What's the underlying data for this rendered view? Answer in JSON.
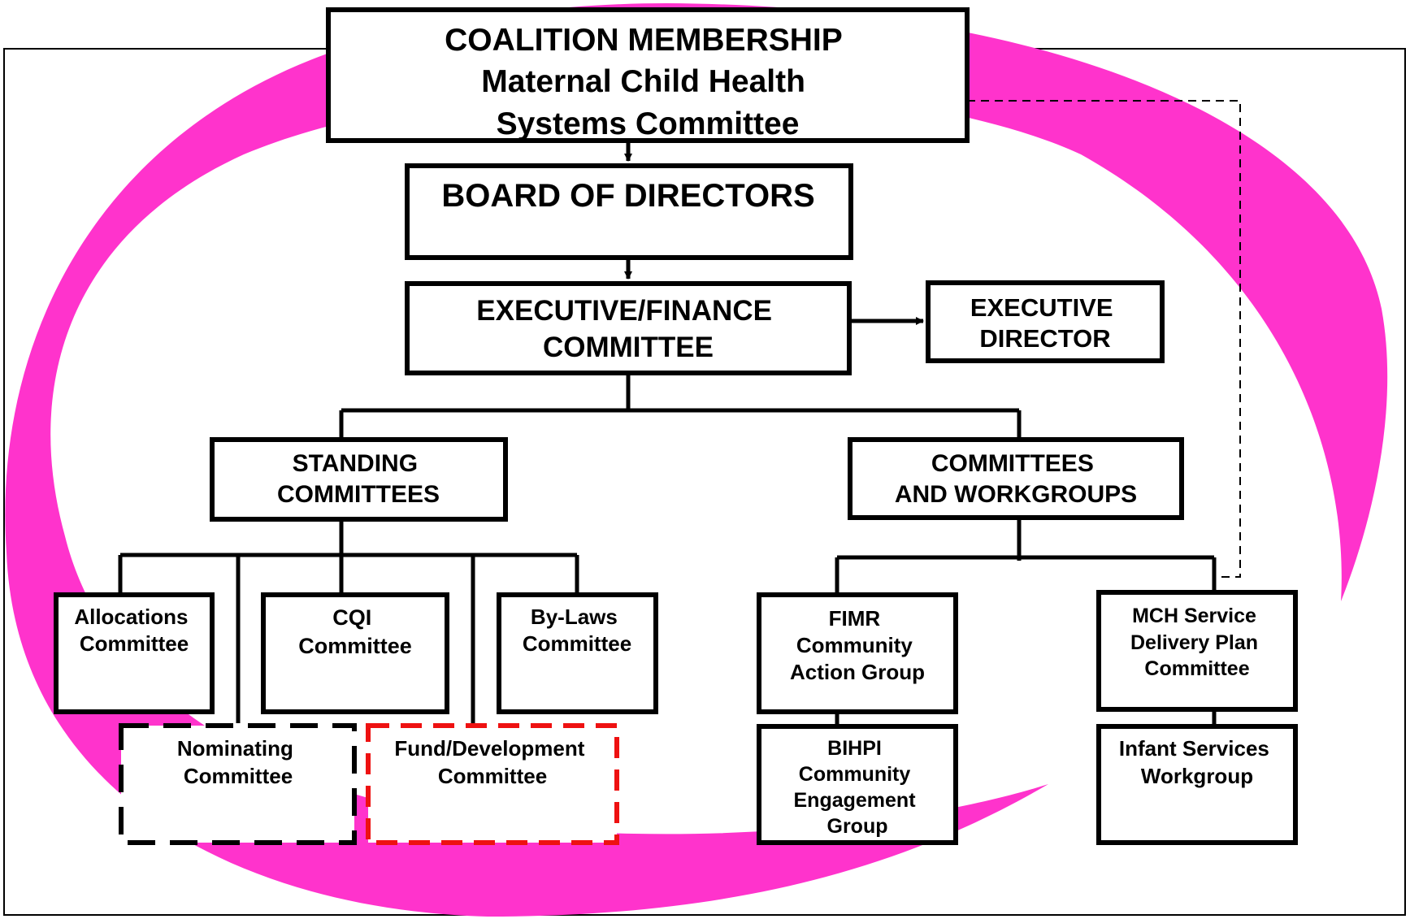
{
  "colors": {
    "ellipse": "#ff33cc",
    "lines": "#000000",
    "fund_border": "#ee1111",
    "background": "#ffffff"
  },
  "boxes": {
    "coalition": [
      "COALITION MEMBERSHIP",
      "Maternal Child Health",
      "Systems Committee"
    ],
    "board": [
      "BOARD OF DIRECTORS"
    ],
    "executive_finance": [
      "EXECUTIVE/FINANCE",
      "COMMITTEE"
    ],
    "executive_director": [
      "EXECUTIVE",
      "DIRECTOR"
    ],
    "standing": [
      "STANDING",
      "COMMITTEES"
    ],
    "workgroups": [
      "COMMITTEES",
      "AND WORKGROUPS"
    ],
    "allocations": [
      "Allocations",
      "Committee"
    ],
    "cqi": [
      "CQI",
      "Committee"
    ],
    "bylaws": [
      "By-Laws",
      "Committee"
    ],
    "nominating": [
      "Nominating",
      "Committee"
    ],
    "fund": [
      "Fund/Development",
      "Committee"
    ],
    "fimr": [
      "FIMR",
      "Community",
      "Action Group"
    ],
    "bihpi": [
      "BIHPI",
      "Community",
      "Engagement",
      "Group"
    ],
    "mch": [
      "MCH Service",
      "Delivery Plan",
      "Committee"
    ],
    "infant": [
      "Infant Services",
      "Workgroup"
    ]
  }
}
